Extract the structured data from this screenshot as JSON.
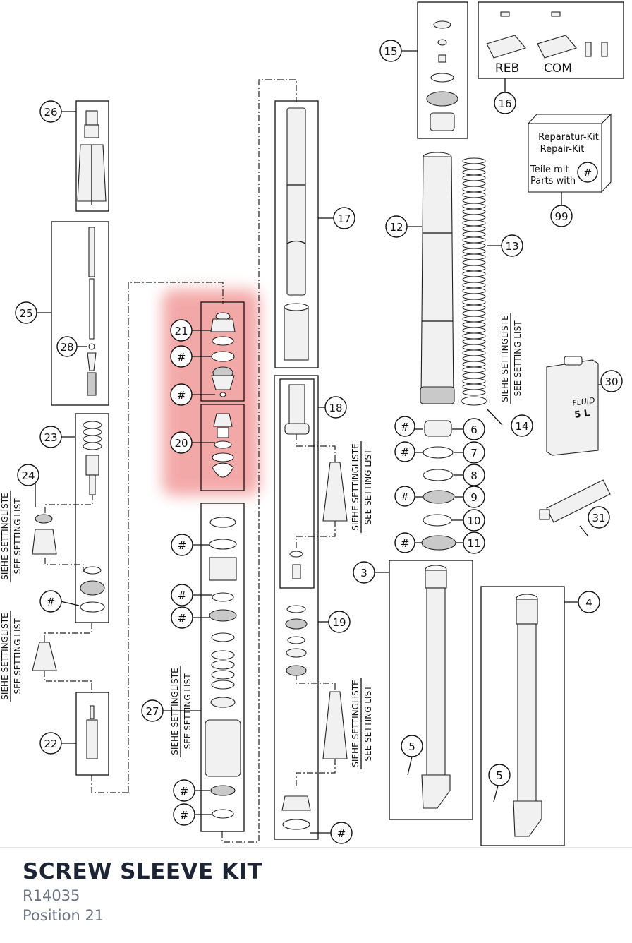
{
  "kit": {
    "title": "SCREW SLEEVE KIT",
    "code": "R14035",
    "position": "Position 21"
  },
  "highlight_color": "#f08c8c",
  "labels": {
    "n26": "26",
    "n25": "25",
    "n28": "28",
    "n23": "23",
    "n24": "24",
    "n22": "22",
    "n21": "21",
    "n20": "20",
    "n27": "27",
    "n17": "17",
    "n18": "18",
    "n19": "19",
    "n15": "15",
    "n16": "16",
    "n12": "12",
    "n13": "13",
    "n14": "14",
    "n99": "99",
    "n30": "30",
    "n31": "31",
    "n6": "6",
    "n7": "7",
    "n8": "8",
    "n9": "9",
    "n10": "10",
    "n11": "11",
    "n3": "3",
    "n4": "4",
    "n5a": "5",
    "n5b": "5",
    "hash": "#"
  },
  "texts": {
    "reb": "REB",
    "com": "COM",
    "repair_de": "Reparatur-Kit",
    "repair_en": "Repair-Kit",
    "teile": "Teile mit",
    "parts_with": "Parts with",
    "siehe": "SIEHE SETTINGLISTE",
    "see": "SEE SETTING LIST",
    "fluid": "FLUID",
    "fluid_vol": "5 L"
  }
}
